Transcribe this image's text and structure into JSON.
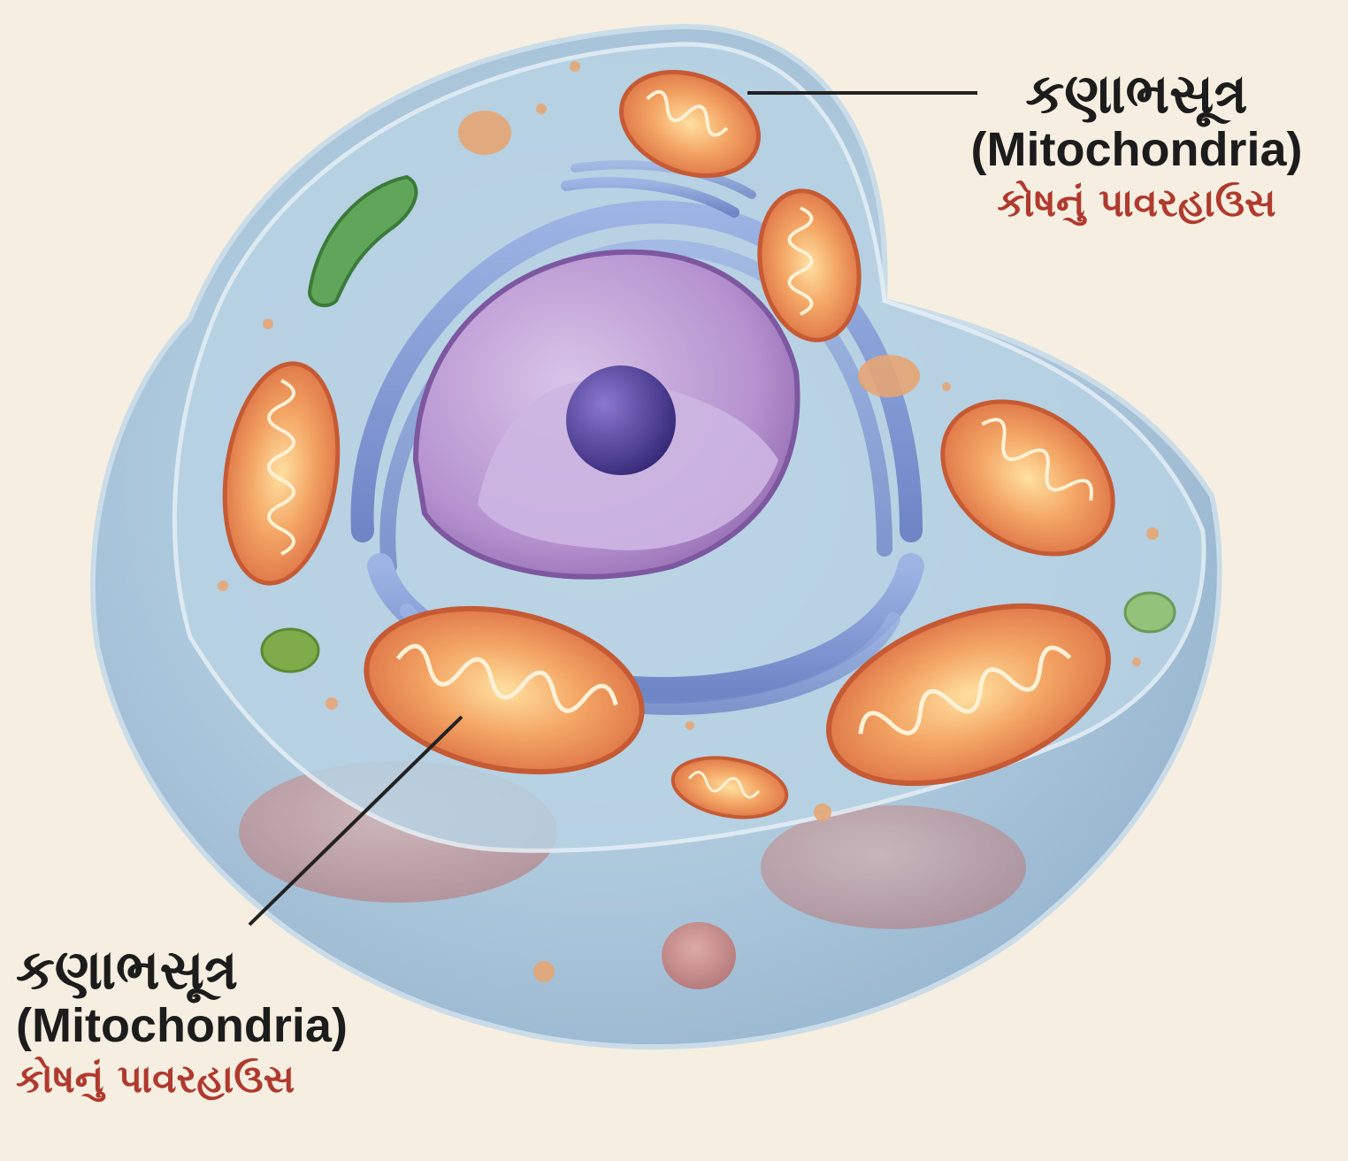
{
  "colors": {
    "background": "#f6efe1",
    "label_text": "#1c1c1c",
    "subtitle": "#b03a2e",
    "cytoplasm": "#a9c6dc",
    "membrane": "#d7e6f1",
    "mitochondria": "#ec8a52",
    "mito_glow": "#ffd590",
    "nucleus": "#a77fc2",
    "nucleolus": "#4e3d96",
    "er": "#7d95d0",
    "chloroplast_like": "#5fa65a",
    "leader_line": "#222222"
  },
  "labels": {
    "top": {
      "gujarati": "કણાભસૂત્ર",
      "english": "(Mitochondria)",
      "subtitle": "કોષનું પાવરહાઉસ"
    },
    "bottom": {
      "gujarati": "કણાભસૂત્ર",
      "english": "(Mitochondria)",
      "subtitle": "કોષનું પાવરહાઉસ"
    }
  },
  "icons": {
    "cell": "cell-cross-section-illustration",
    "nucleus": "nucleus-icon",
    "mitochondrion": "mitochondrion-icon"
  }
}
